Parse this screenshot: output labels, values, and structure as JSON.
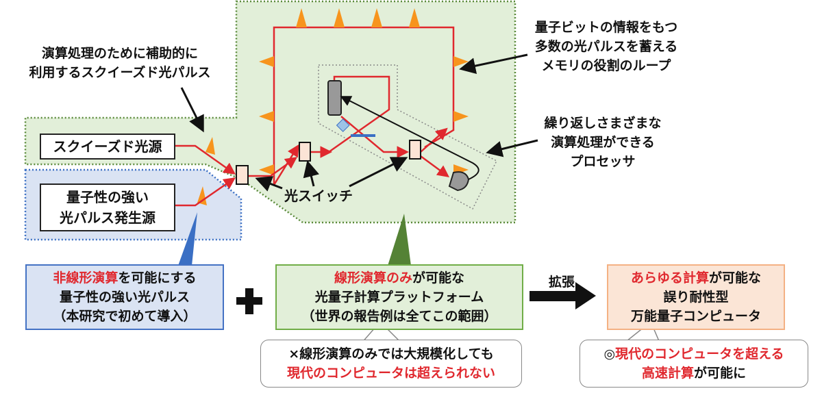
{
  "labels": {
    "squeezed_note": [
      "演算処理のために補助的に",
      "利用するスクイーズド光パルス"
    ],
    "memory_note": [
      "量子ビットの情報をもつ",
      "多数の光パルスを蓄える",
      "メモリの役割のループ"
    ],
    "processor_note": [
      "繰り返しさまざまな",
      "演算処理ができる",
      "プロセッサ"
    ],
    "optical_switch": "光スイッチ"
  },
  "sources": {
    "squeezed": "スクイーズド光源",
    "quantum": [
      "量子性の強い",
      "光パルス発生源"
    ]
  },
  "bottom": {
    "nonlinear": {
      "red": "非線形演算",
      "rest": "を可能にする",
      "line2": "量子性の強い光パルス",
      "line3": "（本研究で初めて導入）"
    },
    "plus": "+",
    "linear": {
      "red": "線形演算のみ",
      "rest": "が可能な",
      "line2": "光量子計算プラットフォーム",
      "line3": "（世界の報告例は全てこの範囲）"
    },
    "arrow_label": "拡張",
    "universal": {
      "red": "あらゆる計算",
      "rest": "が可能な",
      "line2": "誤り耐性型",
      "line3": "万能量子コンピュータ"
    },
    "callout_left": {
      "line1": "×線形演算のみでは大規模化しても",
      "line2_red": "現代のコンピュータは超えられない"
    },
    "callout_right": {
      "mark": "◎",
      "line1_red": "現代のコンピュータを超える",
      "line2_red": "高速計算",
      "line2_rest": "が可能に"
    }
  },
  "colors": {
    "red": "#e0282e",
    "green_bg": "#e2efd9",
    "blue_bg": "#dae3f3",
    "orange_bg": "#fbe5d6",
    "pulse": "#f7941d"
  }
}
